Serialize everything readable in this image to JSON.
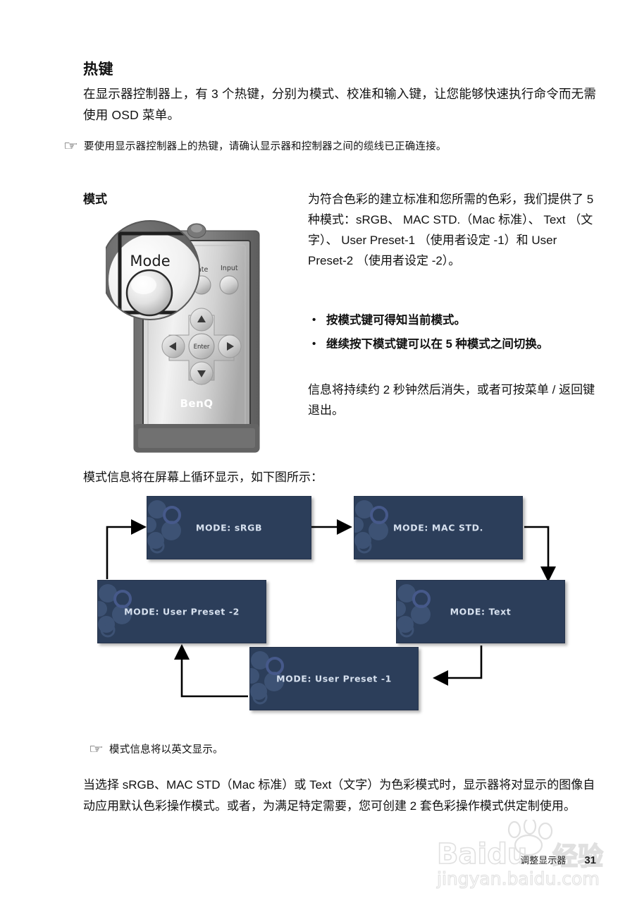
{
  "page": {
    "heading": "热键",
    "intro": "在显示器控制器上，有 3 个热键，分别为模式、校准和输入键，让您能够快速执行命令而无需使用 OSD 菜单。",
    "note1_icon": "pointing-hand-icon",
    "note1": "要使用显示器控制器上的热键，请确认显示器和控制器之间的缆线已正确连接。",
    "section_label": "模式",
    "mode_intro": "为符合色彩的建立标准和您所需的色彩，我们提供了 5 种模式：sRGB、 MAC STD.（Mac 标准）、 Text （文字）、 User Preset-1 （使用者设定 -1）和 User Preset-2 （使用者设定 -2）。",
    "bullets": [
      "按模式键可得知当前模式。",
      "继续按下模式键可以在 5 种模式之间切换。"
    ],
    "duration_note": "信息将持续约 2 秒钟然后消失，或者可按菜单 / 返回键退出。",
    "cycle_caption": "模式信息将在屏幕上循环显示，如下图所示：",
    "note2_icon": "pointing-hand-icon",
    "note2": "模式信息将以英文显示。",
    "closing": "当选择 sRGB、MAC STD（Mac 标准）或 Text（文字）为色彩模式时，显示器将对显示的图像自动应用默认色彩操作模式。或者，为满足特定需要，您可创建 2 套色彩操作模式供定制使用。"
  },
  "remote": {
    "alt": "BenQ monitor controller remote with magnified Mode button",
    "mode_button_label": "Mode",
    "calibrate_button_label": "rate",
    "input_button_label": "Input",
    "enter_button_label": "Enter",
    "brand": "BenQ",
    "up_icon": "arrow-up-icon",
    "down_icon": "arrow-down-icon",
    "left_icon": "arrow-left-icon",
    "right_icon": "arrow-right-icon"
  },
  "flow": {
    "boxes": [
      {
        "key": "srgb",
        "label": "MODE: sRGB"
      },
      {
        "key": "mac",
        "label": "MODE:  MAC STD."
      },
      {
        "key": "text",
        "label": "MODE:  Text"
      },
      {
        "key": "up1",
        "label": "MODE: User Preset -1"
      },
      {
        "key": "up2",
        "label": "MODE: User Preset -2"
      }
    ],
    "osd_bg_color": "#2c3e5a",
    "osd_text_color": "#d6e0ee",
    "arrow_color": "#000000"
  },
  "footer": {
    "chapter": "调整显示器",
    "page_number": "31",
    "watermark_primary": "Baidu 经验",
    "watermark_secondary": "jingyan.baidu.com"
  }
}
